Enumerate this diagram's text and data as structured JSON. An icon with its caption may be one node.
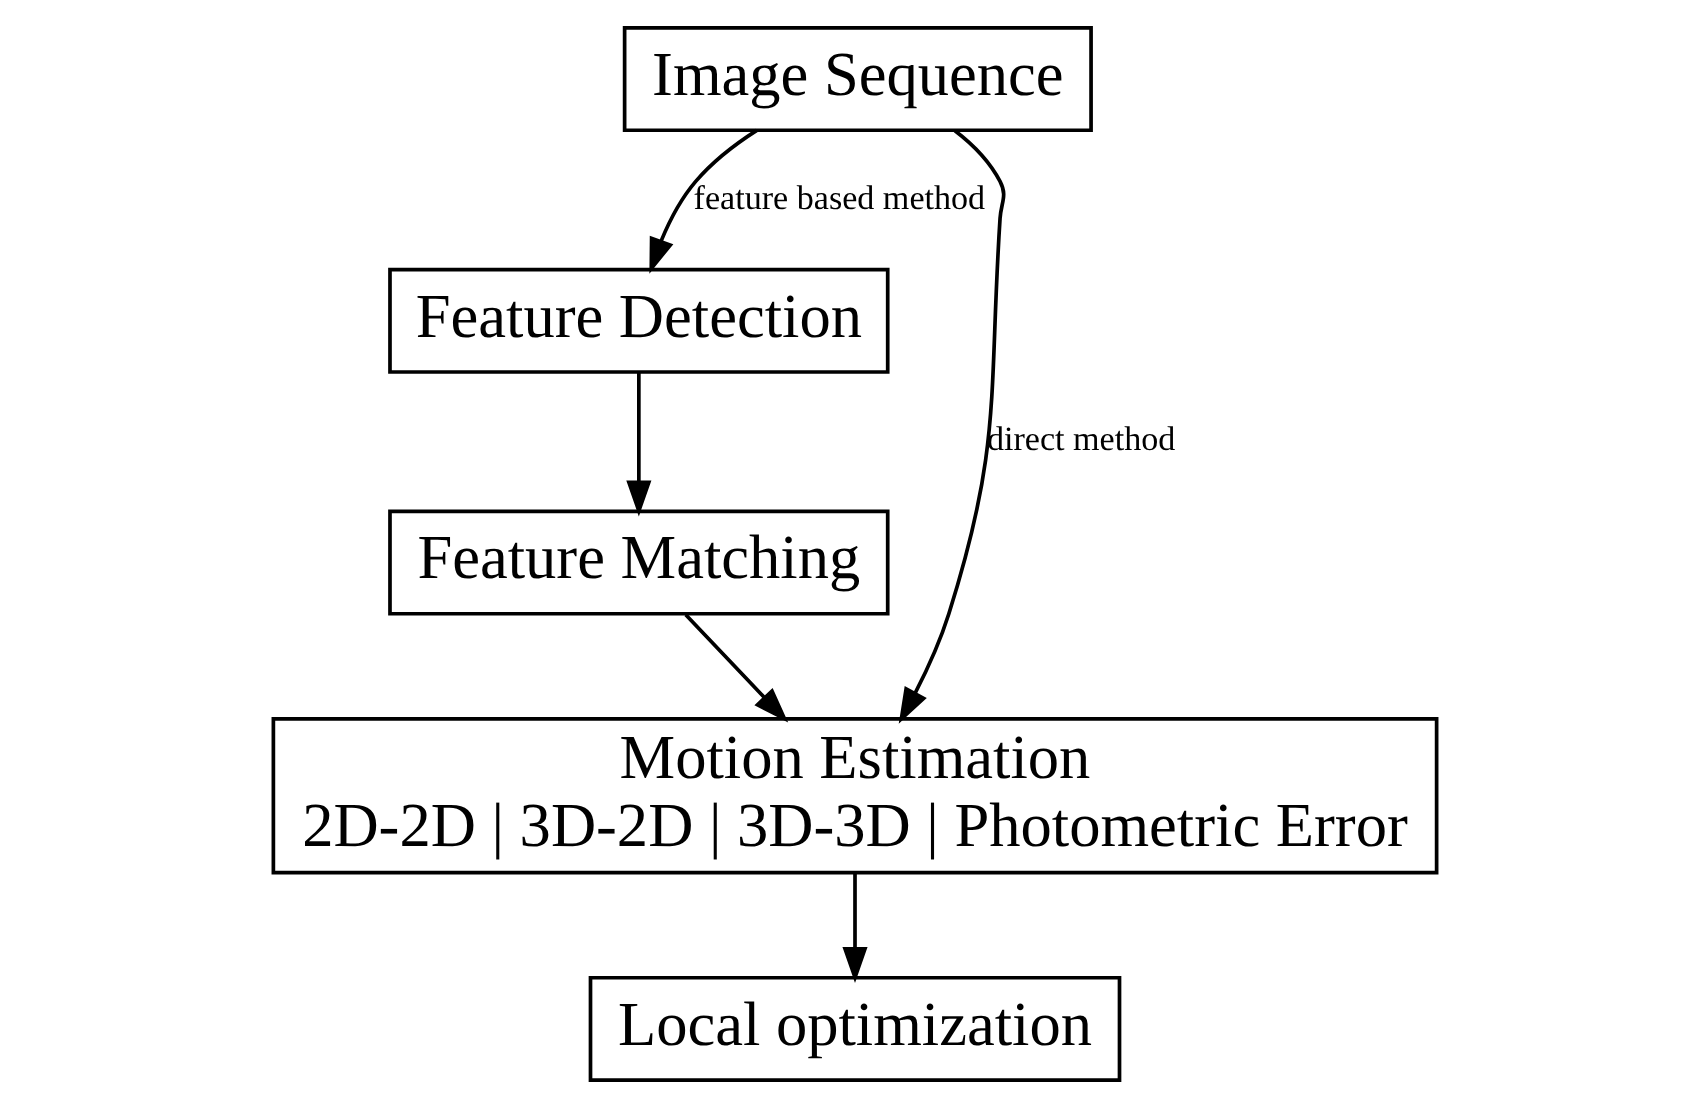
{
  "diagram": {
    "nodes": [
      {
        "text": [
          "Image Sequence"
        ]
      },
      {
        "text": [
          "Feature Detection"
        ]
      },
      {
        "text": [
          "Feature Matching"
        ]
      },
      {
        "text": [
          "Motion Estimation",
          "2D-2D | 3D-2D | 3D-3D | Photometric Error"
        ]
      },
      {
        "text": [
          "Local optimization"
        ]
      }
    ],
    "edges": [
      {
        "from": 0,
        "to": 1,
        "arrow": "to",
        "label": "feature based method"
      },
      {
        "from": 1,
        "to": 2,
        "arrow": "to"
      },
      {
        "from": 2,
        "to": 3,
        "arrow": "to"
      },
      {
        "from": 0,
        "to": 3,
        "arrow": "to",
        "label": "direct method"
      },
      {
        "from": 3,
        "to": 4,
        "arrow": "to"
      }
    ]
  }
}
